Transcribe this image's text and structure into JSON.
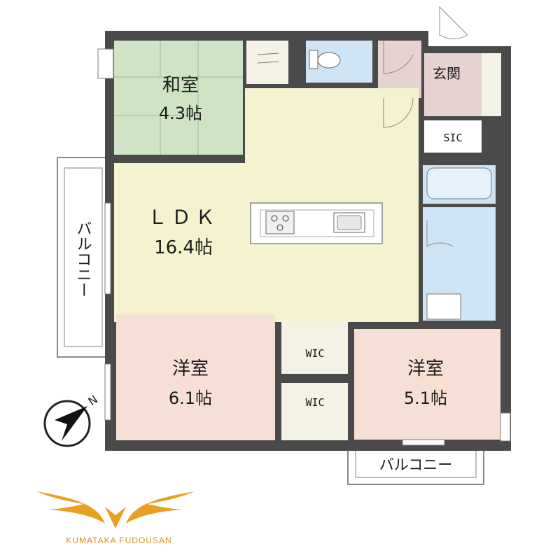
{
  "rooms": {
    "washitsu": {
      "name": "和室",
      "size": "4.3帖"
    },
    "ldk": {
      "name": "ＬＤＫ",
      "size": "16.4帖"
    },
    "genkan": {
      "name": "玄関"
    },
    "sic": {
      "name": "SIC"
    },
    "yoshitsu_left": {
      "name": "洋室",
      "size": "6.1帖"
    },
    "yoshitsu_right": {
      "name": "洋室",
      "size": "5.1帖"
    },
    "wic_upper": {
      "name": "WIC"
    },
    "wic_lower": {
      "name": "WIC"
    }
  },
  "balconies": {
    "west": "バルコニー",
    "south": "バルコニー"
  },
  "compass": {
    "label": "N"
  },
  "brand": {
    "name": "KUMATAKA FUDOUSAN"
  },
  "colors": {
    "wall": "#4a4a4a",
    "washitsu": "#cfe4c7",
    "ldk": "#f4f2cf",
    "wet": "#cfe4f4",
    "genkan": "#e6d2d0",
    "yoshitsu": "#f6e0d6",
    "storage": "#f4f2e4",
    "brand": "#e8a020"
  }
}
